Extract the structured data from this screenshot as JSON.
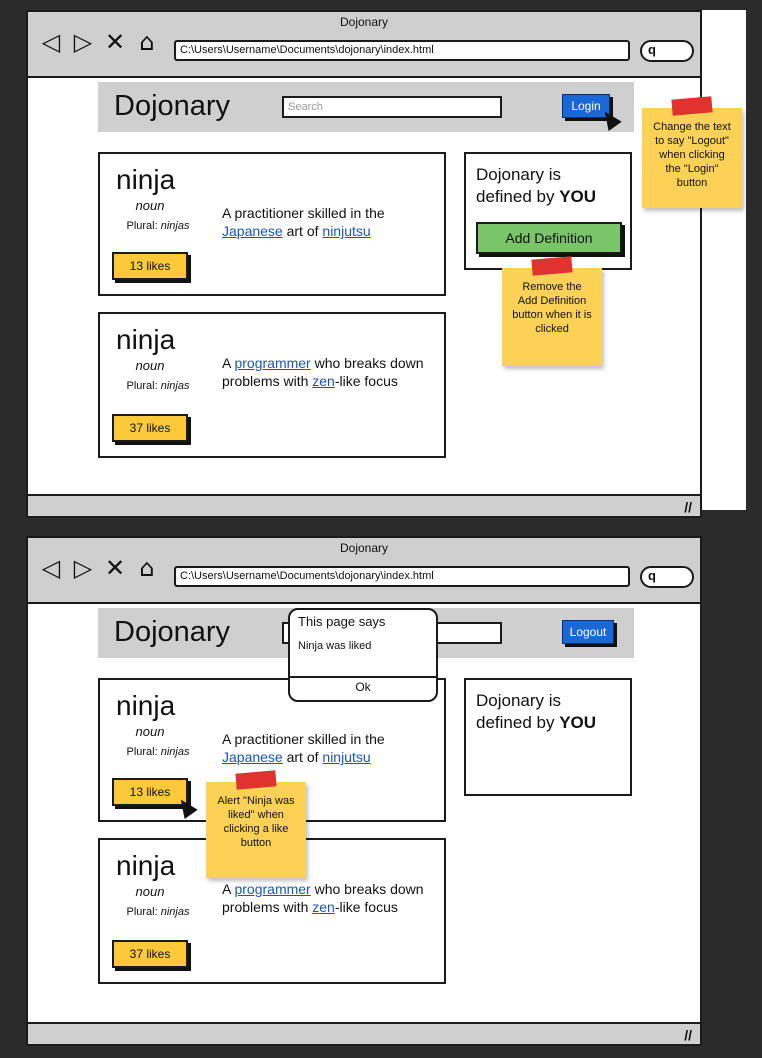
{
  "window": {
    "title": "Dojonary",
    "nav_icons": [
      "◁",
      "▷",
      "✕",
      "⌂"
    ],
    "nav_icon_names": [
      "back-icon",
      "forward-icon",
      "close-icon",
      "home-icon"
    ],
    "address": "C:\\Users\\Username\\Documents\\dojonary\\index.html",
    "search_glyph": "q"
  },
  "site": {
    "brand": "Dojonary",
    "search_placeholder": "Search",
    "sidebar_line1": "Dojonary is",
    "sidebar_line2_prefix": "defined by ",
    "sidebar_line2_bold": "YOU",
    "add_definition_label": "Add Definition"
  },
  "screens": [
    {
      "auth_label": "Login"
    },
    {
      "auth_label": "Logout"
    }
  ],
  "entries": [
    {
      "word": "ninja",
      "pos": "noun",
      "plural_label": "Plural: ",
      "plural": "ninjas",
      "def_parts": [
        "A practitioner skilled in the ",
        "Japanese",
        " art of ",
        "ninjutsu"
      ],
      "likes": "13 likes"
    },
    {
      "word": "ninja",
      "pos": "noun",
      "plural_label": "Plural: ",
      "plural": "ninjas",
      "def_parts": [
        "A ",
        "programmer",
        " who breaks down problems with ",
        "zen",
        "-like focus"
      ],
      "likes": "37 likes"
    }
  ],
  "alert": {
    "title": "This page says",
    "message": "Ninja was liked",
    "ok_label": "Ok"
  },
  "notes": {
    "login": "Change the text to say \"Logout\" when clicking the \"Login\" button",
    "add": "Remove the Add Definition button when it is clicked",
    "like": "Alert \"Ninja was liked\" when clicking a like button"
  },
  "colors": {
    "login_blue": "#1a67d6",
    "like_yellow": "#fcc93a",
    "add_green": "#7ac46a",
    "sticky_yellow": "#fcd256",
    "tape_red": "#e0322e"
  }
}
